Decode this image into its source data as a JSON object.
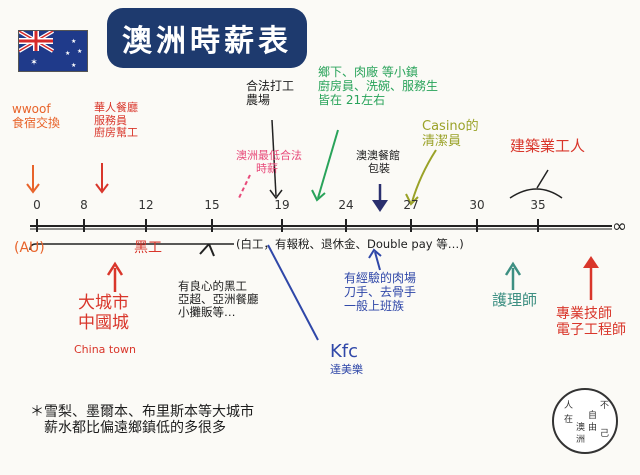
{
  "title": "澳洲時薪表",
  "notes": {
    "wwoof": [
      "wwoof",
      "食宿交換"
    ],
    "chinese_restaurant": [
      "華人餐廳",
      "服務員",
      "廚房幫工"
    ],
    "legal_work": [
      "合法打工",
      "農場"
    ],
    "rural_jobs": [
      "鄉下、肉廠 等小鎮",
      "廚房員、洗碗、服務生",
      "皆在 21左右"
    ],
    "casino": [
      "Casino的",
      "清潔員"
    ],
    "construction": "建築業工人",
    "min_wage": [
      "澳洲最低合法",
      "時薪"
    ],
    "macau_restaurant": [
      "澳澳餐館",
      "包裝"
    ],
    "au": "(AU)",
    "black_work": "黑工",
    "legal_benefits": "(白工，有報稅、退休金、Double pay 等…)",
    "big_city_chinatown": [
      "大城市",
      "中國城"
    ],
    "chinatown_en": "China town",
    "conscience_black": [
      "有良心的黑工",
      "亞超、亞洲餐廳",
      "小攤販等…"
    ],
    "kfc": "Kfc",
    "kfc_cn": "達美樂",
    "meat_factory": [
      "有經驗的肉場",
      "刀手、去骨手",
      "一般上班族"
    ],
    "nurse": "護理師",
    "engineer": [
      "專業技師",
      "電子工程師"
    ],
    "footnote": [
      "＊雪梨、墨爾本、布里斯本等大城市",
      "薪水都比偏遠鄉鎮低的多很多"
    ],
    "logo": [
      "人",
      "在",
      "澳",
      "洲",
      "自",
      "由",
      "不",
      "己"
    ]
  },
  "axis": {
    "ticks": [
      "0",
      "8",
      "12",
      "15",
      "19",
      "24",
      "27",
      "30",
      "35"
    ],
    "infinity": "∞"
  },
  "colors": {
    "banner": "#1e3a6e",
    "orange": "#e8632a",
    "red": "#d9362b",
    "green": "#29a35a",
    "blue": "#2f47a8",
    "olive": "#9aa228",
    "teal": "#3d8f82",
    "pink": "#e84a7a"
  }
}
